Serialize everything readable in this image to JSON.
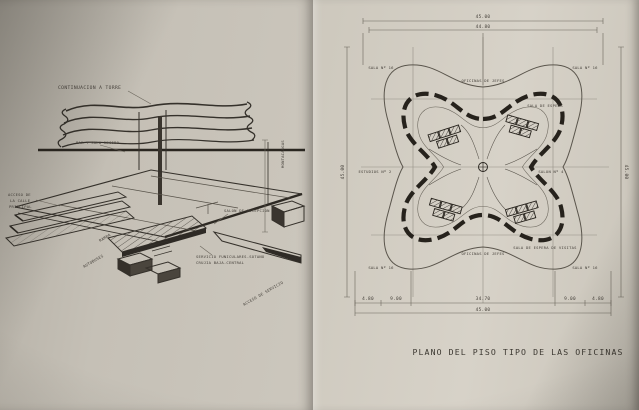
{
  "left_sheet": {
    "labels": {
      "continuation_tower": "CONTINUACION A TORRE",
      "bar": "BAR Y SALA RECIBO",
      "access_line1": "ACCESO DE",
      "access_line2": "LA CALLE",
      "access_line3": "PRINCIPAL",
      "ramp": "RAMPA",
      "buses": "AUTOBUSES",
      "services_line1": "SERVICIO FUNICULARES-SOTANO",
      "services_line2": "CRUJIA BAJA-CENTRAL",
      "montacargas": "MONTACARGAS",
      "service_access": "ACCESO DE SERVICIO",
      "reception": "SALON DE RECEPCION"
    }
  },
  "right_sheet": {
    "title": "PLANO DEL PISO TIPO DE LAS OFICINAS",
    "labels": {
      "offices_top": "OFICINAS DE JEFES",
      "offices_bottom": "OFICINAS DE JEFES",
      "room_tl": "SALA Nº 16",
      "room_tr": "SALA Nº 16",
      "room_bl": "SALA Nº 16",
      "room_br": "SALA Nº 16",
      "studios_left": "ESTUDIOS Nº 2",
      "room_right": "SALON Nº 4",
      "waiting_tr": "SALA DE ESPERA",
      "waiting_br": "SALA DE ESPERA DE VISITAS"
    },
    "dimensions": {
      "top_outer": "45.00",
      "top_inner": "44.80",
      "bottom_seg1": "4.80",
      "bottom_seg2": "9.00",
      "bottom_mid": "34.70",
      "bottom_seg3": "9.00",
      "bottom_seg4": "4.80",
      "bottom_total": "45.00",
      "left_total": "45.00",
      "right_total": "45.00"
    }
  }
}
